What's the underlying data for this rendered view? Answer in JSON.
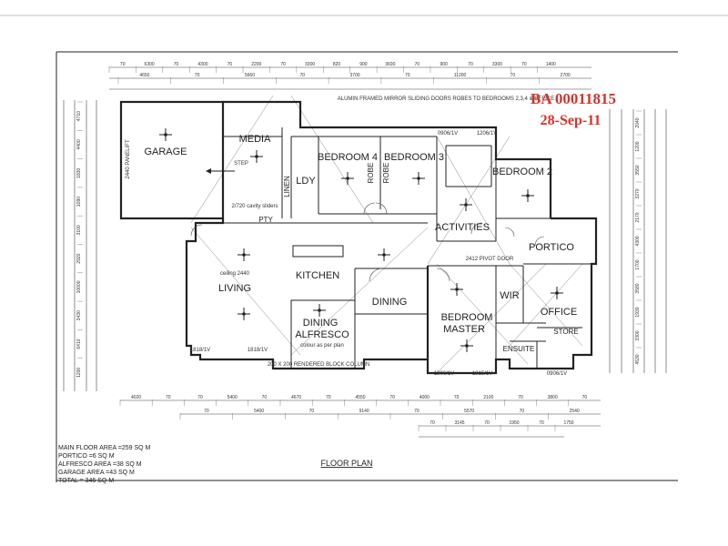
{
  "sheet": {
    "stamp_number": "BA 00011815",
    "stamp_date": "28-Sep-11",
    "header_note": "ALUMIN FRAMED MIRROR SLIDING DOORS ROBES TO BEDROOMS 2,3,4 & OFFICE",
    "drawing_title": "FLOOR PLAN"
  },
  "areas": [
    "MAIN FLOOR AREA =259 SQ M",
    "PORTICO =6 SQ M",
    "ALFRESCO AREA =38 SQ M",
    "GARAGE AREA =43 SQ M",
    "TOTAL = 346 SQ M"
  ],
  "rooms": {
    "garage": "GARAGE",
    "media": "MEDIA",
    "bedroom4": "BEDROOM 4",
    "bedroom3": "BEDROOM 3",
    "bedroom2": "BEDROOM 2",
    "ldy": "LDY",
    "linen": "LINEN",
    "robe1": "ROBE",
    "robe2": "ROBE",
    "activities": "ACTIVITIES",
    "portico": "PORTICO",
    "living": "LIVING",
    "kitchen": "KITCHEN",
    "dining": "DINING",
    "dining_alfresco_1": "DINING",
    "dining_alfresco_2": "ALFRESCO",
    "bedroom_master_1": "BEDROOM",
    "bedroom_master_2": "MASTER",
    "wir": "WIR",
    "office": "OFFICE",
    "ensuite": "ENSUITE",
    "store": "STORE",
    "pty": "PTY"
  },
  "notes": {
    "garage_door": "2440 PANELIFT",
    "step": "STEP",
    "cavity_sliders": "2/720 cavity sliders",
    "alfresco_cover": "colour as per plan",
    "pivot_door": "2412 PIVOT DOOR",
    "ceiling_height": "ceiling 2440",
    "block_column": "200 X 200 RENDERED BLOCK COLUMN",
    "window_code_1": "1818/1V",
    "window_code_2": "1818/1V",
    "window_code_3": "0906/1V",
    "window_code_4": "1206/1V",
    "window_code_5": "1806/1V",
    "window_code_6": "1815/1V",
    "window_code_7": "0906/1V"
  },
  "dimensions": {
    "top_row1": [
      "70",
      "6300",
      "70",
      "4300",
      "70",
      "2200",
      "70",
      "3300",
      "820",
      "900",
      "3600",
      "70",
      "900",
      "70",
      "3300",
      "70",
      "1400"
    ],
    "top_row2": [
      "4650",
      "70",
      "5660",
      "70",
      "3700",
      "70",
      "11200",
      "70",
      "2700"
    ],
    "bottom_row1": [
      "4020",
      "70",
      "70",
      "5400",
      "70",
      "4670",
      "70",
      "4550",
      "70",
      "4000",
      "70",
      "2100",
      "70",
      "3800",
      "70"
    ],
    "bottom_row2": [
      "70",
      "5400",
      "70",
      "9140",
      "70",
      "5570",
      "70",
      "2540"
    ],
    "bottom_row3": [
      "70",
      "3145",
      "70",
      "1950",
      "70",
      "1750"
    ],
    "left_col": [
      "4710",
      "4400",
      "1830",
      "1090",
      "3100",
      "2920",
      "10000",
      "3430",
      "6410",
      "1200"
    ],
    "right_col": [
      "2040",
      "1200",
      "3550",
      "3270",
      "2170",
      "4300",
      "1700",
      "3580",
      "1930",
      "3300",
      "4530"
    ]
  }
}
